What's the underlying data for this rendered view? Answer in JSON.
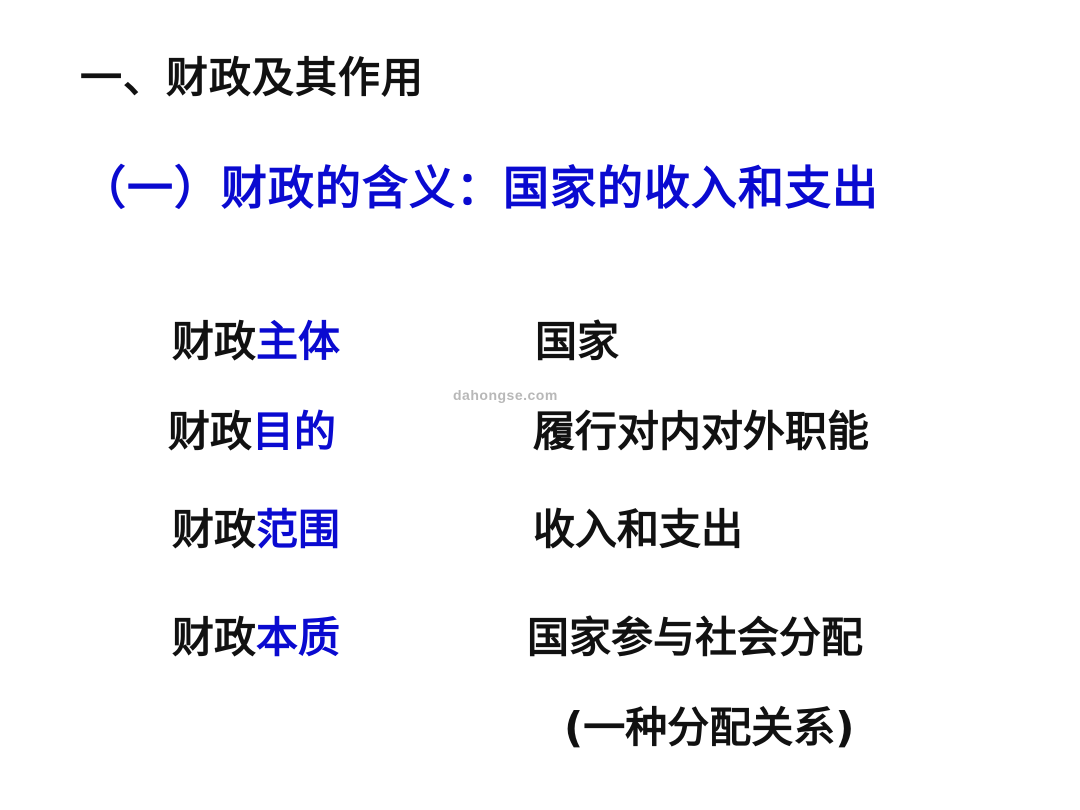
{
  "slide": {
    "heading": "一、财政及其作用",
    "subheading": "（一）财政的含义：国家的收入和支出",
    "watermark": "dahongse.com",
    "accent_color": "#0a0ad0",
    "rows": [
      {
        "label_lead": "财政",
        "label_accent": "主体",
        "value": "国家"
      },
      {
        "label_lead": "财政",
        "label_accent": "目的",
        "value": "履行对内对外职能"
      },
      {
        "label_lead": "财政",
        "label_accent": "范围",
        "value": "收入和支出"
      },
      {
        "label_lead": "财政",
        "label_accent": "本质",
        "value": "国家参与社会分配",
        "note": "(一种分配关系)"
      }
    ]
  }
}
